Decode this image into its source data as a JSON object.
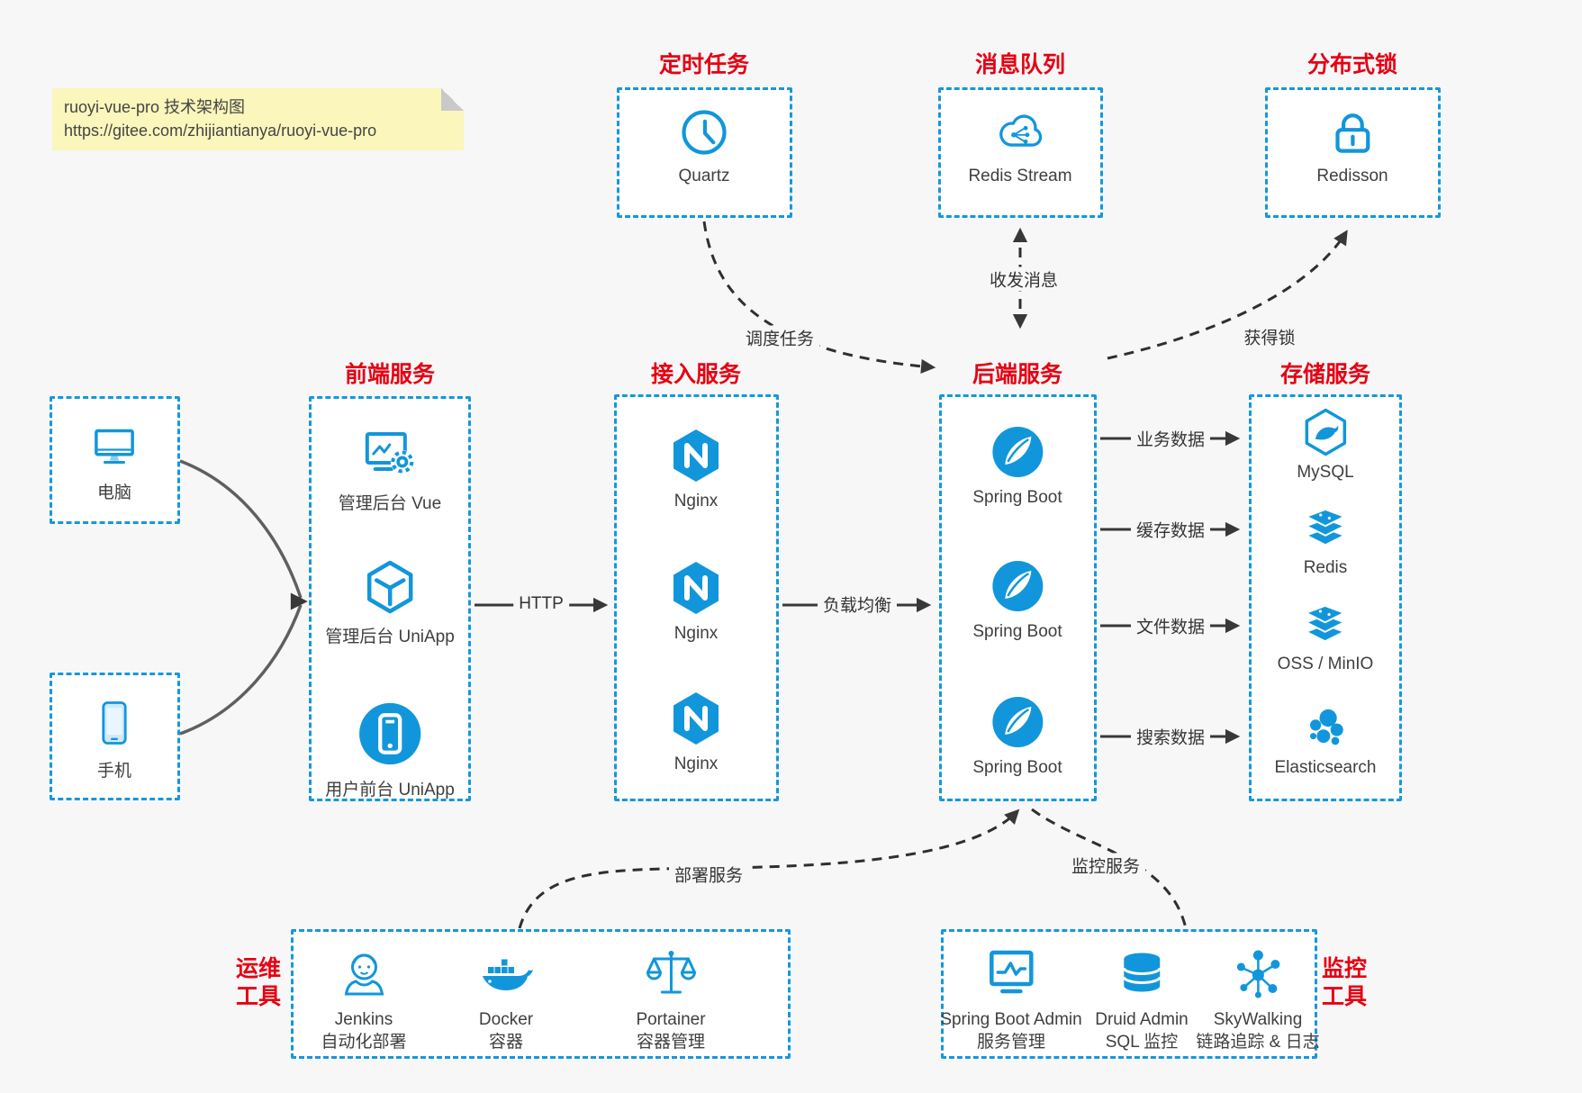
{
  "note": {
    "title": "ruoyi-vue-pro 技术架构图",
    "url": "https://gitee.com/zhijiantianya/ruoyi-vue-pro"
  },
  "top_groups": [
    {
      "title": "定时任务",
      "label": "Quartz",
      "icon": "clock-icon"
    },
    {
      "title": "消息队列",
      "label": "Redis Stream",
      "icon": "message-cloud-icon"
    },
    {
      "title": "分布式锁",
      "label": "Redisson",
      "icon": "lock-icon"
    }
  ],
  "clients": [
    {
      "label": "电脑",
      "icon": "desktop-icon"
    },
    {
      "label": "手机",
      "icon": "smartphone-icon"
    }
  ],
  "columns": [
    {
      "title": "前端服务",
      "items": [
        {
          "label": "管理后台 Vue"
        },
        {
          "label": "管理后台 UniApp"
        },
        {
          "label": "用户前台 UniApp"
        }
      ]
    },
    {
      "title": "接入服务",
      "items": [
        {
          "label": "Nginx"
        },
        {
          "label": "Nginx"
        },
        {
          "label": "Nginx"
        }
      ]
    },
    {
      "title": "后端服务",
      "items": [
        {
          "label": "Spring Boot"
        },
        {
          "label": "Spring Boot"
        },
        {
          "label": "Spring Boot"
        }
      ]
    },
    {
      "title": "存储服务",
      "items": [
        {
          "label": "MySQL"
        },
        {
          "label": "Redis"
        },
        {
          "label": "OSS / MinIO"
        },
        {
          "label": "Elasticsearch"
        }
      ]
    }
  ],
  "edges": {
    "http": "HTTP",
    "load_balance": "负载均衡",
    "business_data": "业务数据",
    "cache_data": "缓存数据",
    "file_data": "文件数据",
    "search_data": "搜索数据",
    "schedule_task": "调度任务",
    "message": "收发消息",
    "acquire_lock": "获得锁",
    "deploy": "部署服务",
    "monitor": "监控服务"
  },
  "bottom_groups": [
    {
      "side_line1": "运维",
      "side_line2": "工具",
      "items": [
        {
          "name": "Jenkins",
          "desc": "自动化部署"
        },
        {
          "name": "Docker",
          "desc": "容器"
        },
        {
          "name": "Portainer",
          "desc": "容器管理"
        }
      ]
    },
    {
      "side_line1": "监控",
      "side_line2": "工具",
      "items": [
        {
          "name": "Spring Boot Admin",
          "desc": "服务管理"
        },
        {
          "name": "Druid Admin",
          "desc": "SQL 监控"
        },
        {
          "name": "SkyWalking",
          "desc": "链路追踪 & 日志"
        }
      ]
    }
  ],
  "colors": {
    "accent_blue": "#1296db",
    "border_blue": "#1598dc",
    "title_red": "#e60012",
    "note_bg": "#fbf6bb",
    "arrow_dark": "#383838"
  }
}
